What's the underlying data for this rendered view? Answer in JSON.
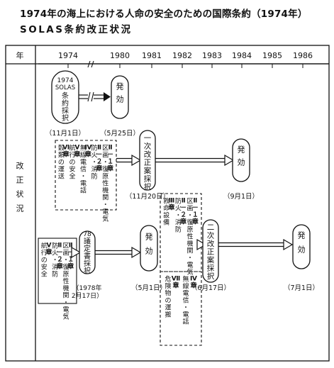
{
  "title_line1": "1974年の海上における人命の安全のための国際条約（1974年）",
  "title_line2": "SOLAS条約改正状況",
  "timeline": {
    "header_label": "年",
    "years": [
      "1974",
      "1980",
      "1981",
      "1982",
      "1983",
      "1984",
      "1985",
      "1986"
    ],
    "row_label": "改正状況"
  },
  "events": [
    {
      "id": "adopt1974",
      "text": "1974SOLAS条約採択",
      "date": "（11月1日）"
    },
    {
      "id": "effect1980",
      "text": "発効",
      "date": "（5月25日）"
    },
    {
      "id": "amend1",
      "text": "一次改正案採択",
      "date": "（11月20日）"
    },
    {
      "id": "effect1984",
      "text": "発効",
      "date": "（9月1日）"
    },
    {
      "id": "protocol78",
      "text": "78議定書採択",
      "date": "（1978年2月17日）"
    },
    {
      "id": "effect1981",
      "text": "発効",
      "date": "（5月1日）"
    },
    {
      "id": "amend2",
      "text": "二次改正案採択",
      "date": "（6月17日）"
    },
    {
      "id": "effect1986",
      "text": "発効",
      "date": "（7月1日）"
    }
  ],
  "chapters": {
    "box_amend1": [
      {
        "num": "Ⅱ－１章",
        "desc": "区画・復原性 機関・電気"
      },
      {
        "num": "Ⅱ－２章",
        "desc": "防火・消防"
      },
      {
        "num": "Ⅳ章",
        "desc": "無線電信・電話"
      },
      {
        "num": "Ⅴ章",
        "desc": "航行の安全"
      },
      {
        "num": "Ⅵ章",
        "desc": "穀類の運送"
      }
    ],
    "box_protocol": [
      {
        "num": "Ⅱ－１章",
        "desc": "区画・復原性 機関・電気"
      },
      {
        "num": "Ⅱ－２章",
        "desc": "防火・消防"
      },
      {
        "num": "Ⅴ章",
        "desc": "航行の安全"
      }
    ],
    "box_amend2_top": [
      {
        "num": "Ⅱ－１章",
        "desc": "区画・復原性 機関・電気"
      },
      {
        "num": "Ⅱ－２章",
        "desc": "防火・消防"
      },
      {
        "num": "Ⅲ章",
        "desc": "救命設備"
      }
    ],
    "box_amend2_bottom": [
      {
        "num": "Ⅳ章",
        "desc": "無線電信・電話"
      },
      {
        "num": "Ⅶ章",
        "desc": "危険物の運搬"
      }
    ]
  }
}
